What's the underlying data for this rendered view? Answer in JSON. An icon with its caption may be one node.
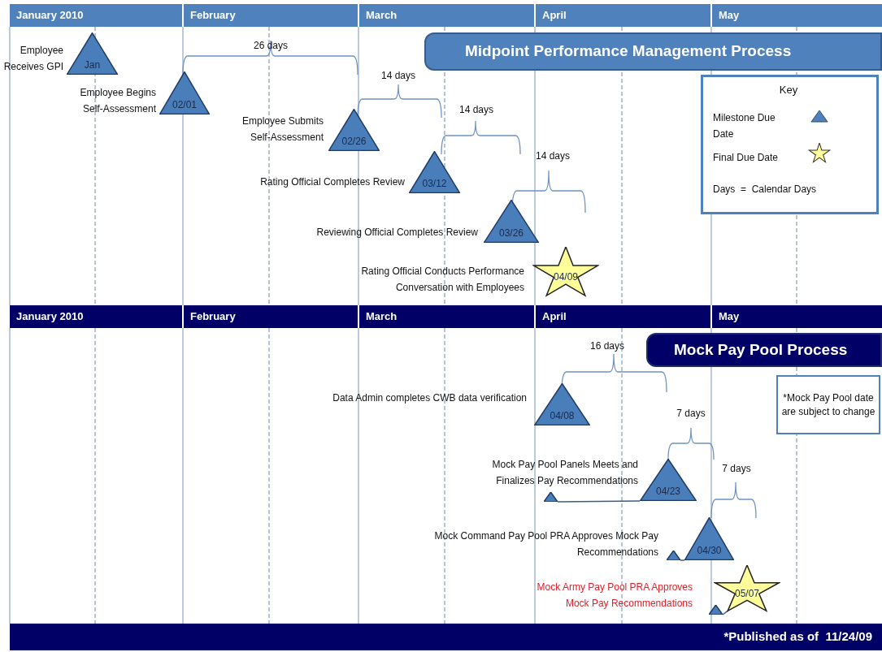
{
  "diagram": {
    "nodes": [
      {
        "text": [
          "Jan"
        ],
        "beside": [
          "Employee Receives GPI"
        ]
      },
      {
        "text": [
          "02/01"
        ],
        "beside": [
          "Employee Begins Self-Assessment"
        ]
      },
      {
        "text": [
          "02/26"
        ],
        "beside": [
          "Employee Submits Self-Assessment"
        ]
      },
      {
        "text": [
          "03/12"
        ],
        "beside": [
          "Rating Official Completes Review"
        ]
      },
      {
        "text": [
          "03/26"
        ],
        "beside": [
          "Reviewing Official Completes Review"
        ]
      },
      {
        "text": [
          "04/09"
        ],
        "beside": [
          "Rating Official Conducts Performance Conversation with Employees"
        ]
      },
      {
        "text": [
          "04/08"
        ],
        "beside": [
          "Data Admin completes CWB data verification"
        ]
      },
      {
        "text": [
          "04/23"
        ],
        "beside": [
          "Mock Pay Pool Panels Meets and Finalizes Pay Recommendations"
        ]
      },
      {
        "text": [
          "04/30"
        ]
      },
      {
        "text": [
          "05/07"
        ],
        "beside": [
          "Mock Army Pay Pool PRA Approves Mock Pay Recommendations"
        ]
      },
      {
        "text": [],
        "shape": "triangle"
      },
      {
        "text": [],
        "shape": "triangle"
      },
      {
        "text": [],
        "shape": "triangle"
      }
    ],
    "edges": [
      {
        "from": 10,
        "to": 7,
        "arrow": "none"
      },
      {
        "from": 11,
        "to": 8,
        "arrow": "none"
      },
      {
        "from": 12,
        "to": 9,
        "arrow": "none"
      }
    ],
    "labels": [
      "January 2010",
      "February",
      "March",
      "April",
      "May",
      "Midpoint Performance Management Process",
      "26 days",
      "14 days",
      "Key",
      "14 days",
      "14 days",
      "Days  =  Calendar Days",
      "January 2010",
      "February",
      "March",
      "April",
      "May",
      "16 days",
      "Mock Pay Pool Process",
      "*Mock Pay Pool date are subject to change",
      "7 days",
      "7 days",
      "Mock Command Pay Pool PRA Approves Mock Pay Recommendations",
      "*Published as of  11/24/09"
    ],
    "legend": [
      {
        "text": "Milestone Due Date"
      },
      {
        "text": "Final Due Date"
      }
    ]
  }
}
